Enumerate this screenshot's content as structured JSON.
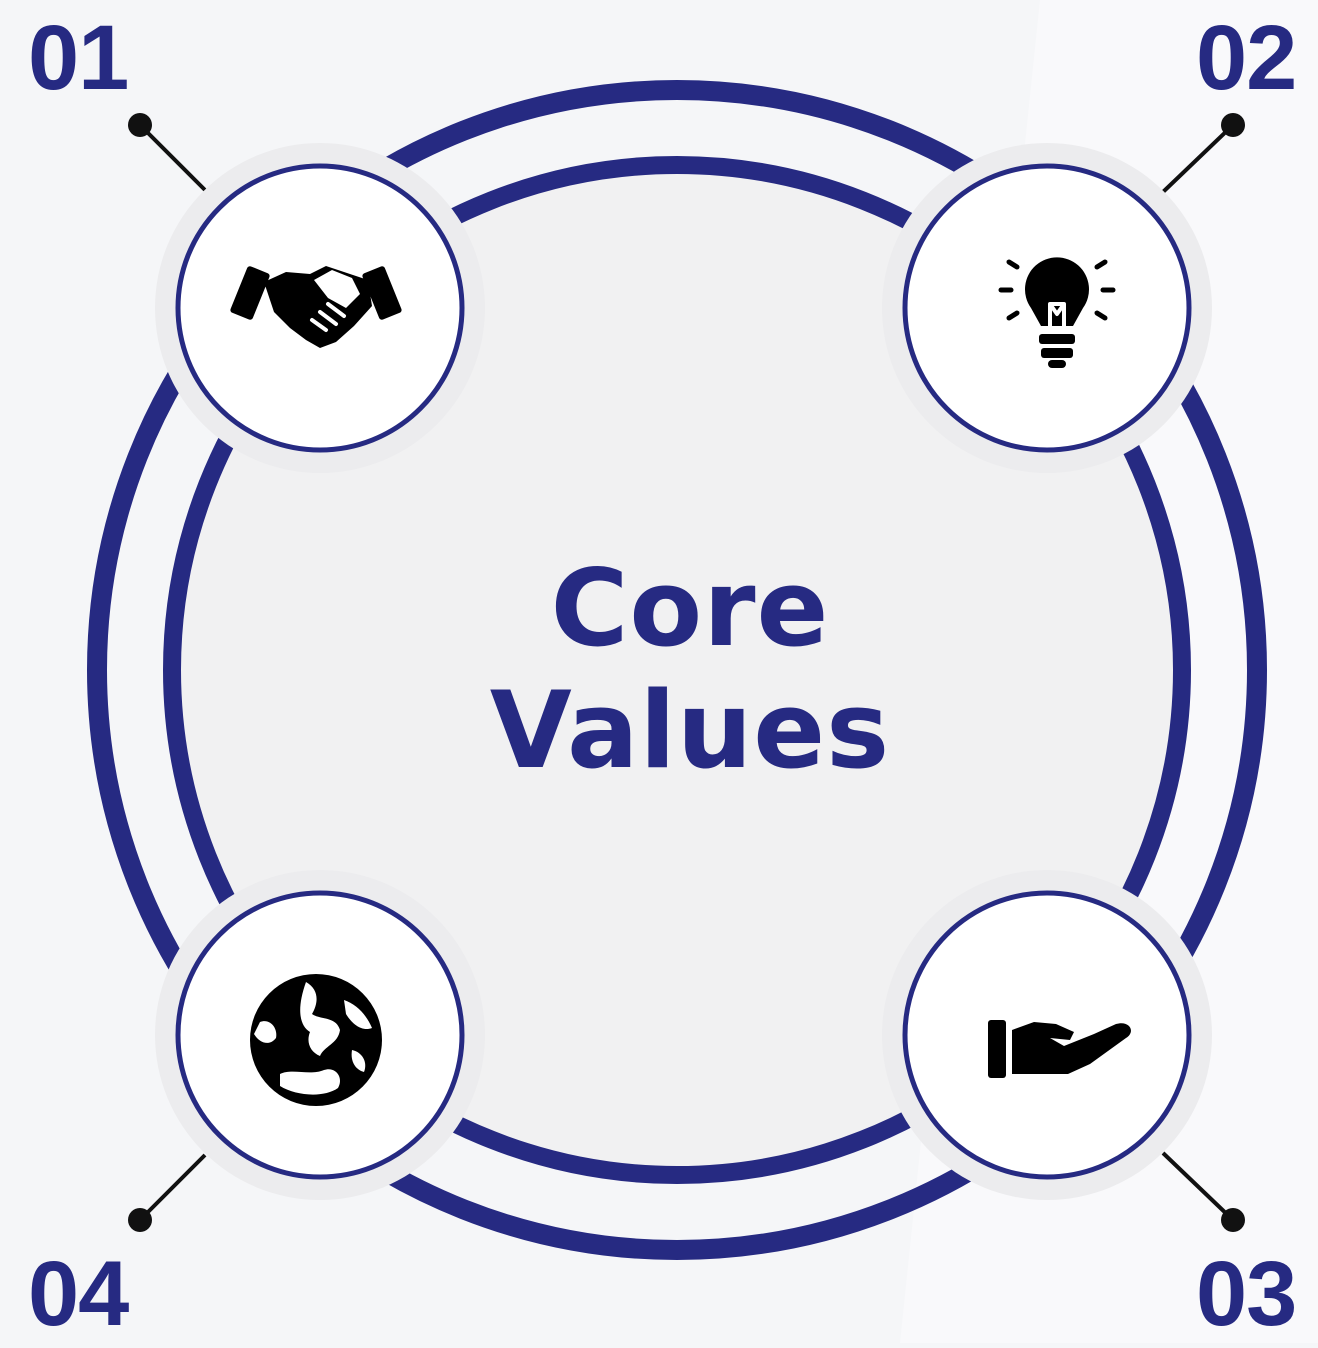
{
  "title": {
    "line1": "Core",
    "line2": "Values"
  },
  "items": [
    {
      "number": "01",
      "icon": "handshake-icon"
    },
    {
      "number": "02",
      "icon": "lightbulb-icon"
    },
    {
      "number": "03",
      "icon": "giving-hand-icon"
    },
    {
      "number": "04",
      "icon": "globe-icon"
    }
  ],
  "colors": {
    "accent": "#262a82",
    "background": "#f5f6f8",
    "center_fill": "#f1f1f2",
    "node_fill": "#ffffff",
    "node_halo": "#ececee",
    "icon": "#000000",
    "connector": "#111111"
  }
}
